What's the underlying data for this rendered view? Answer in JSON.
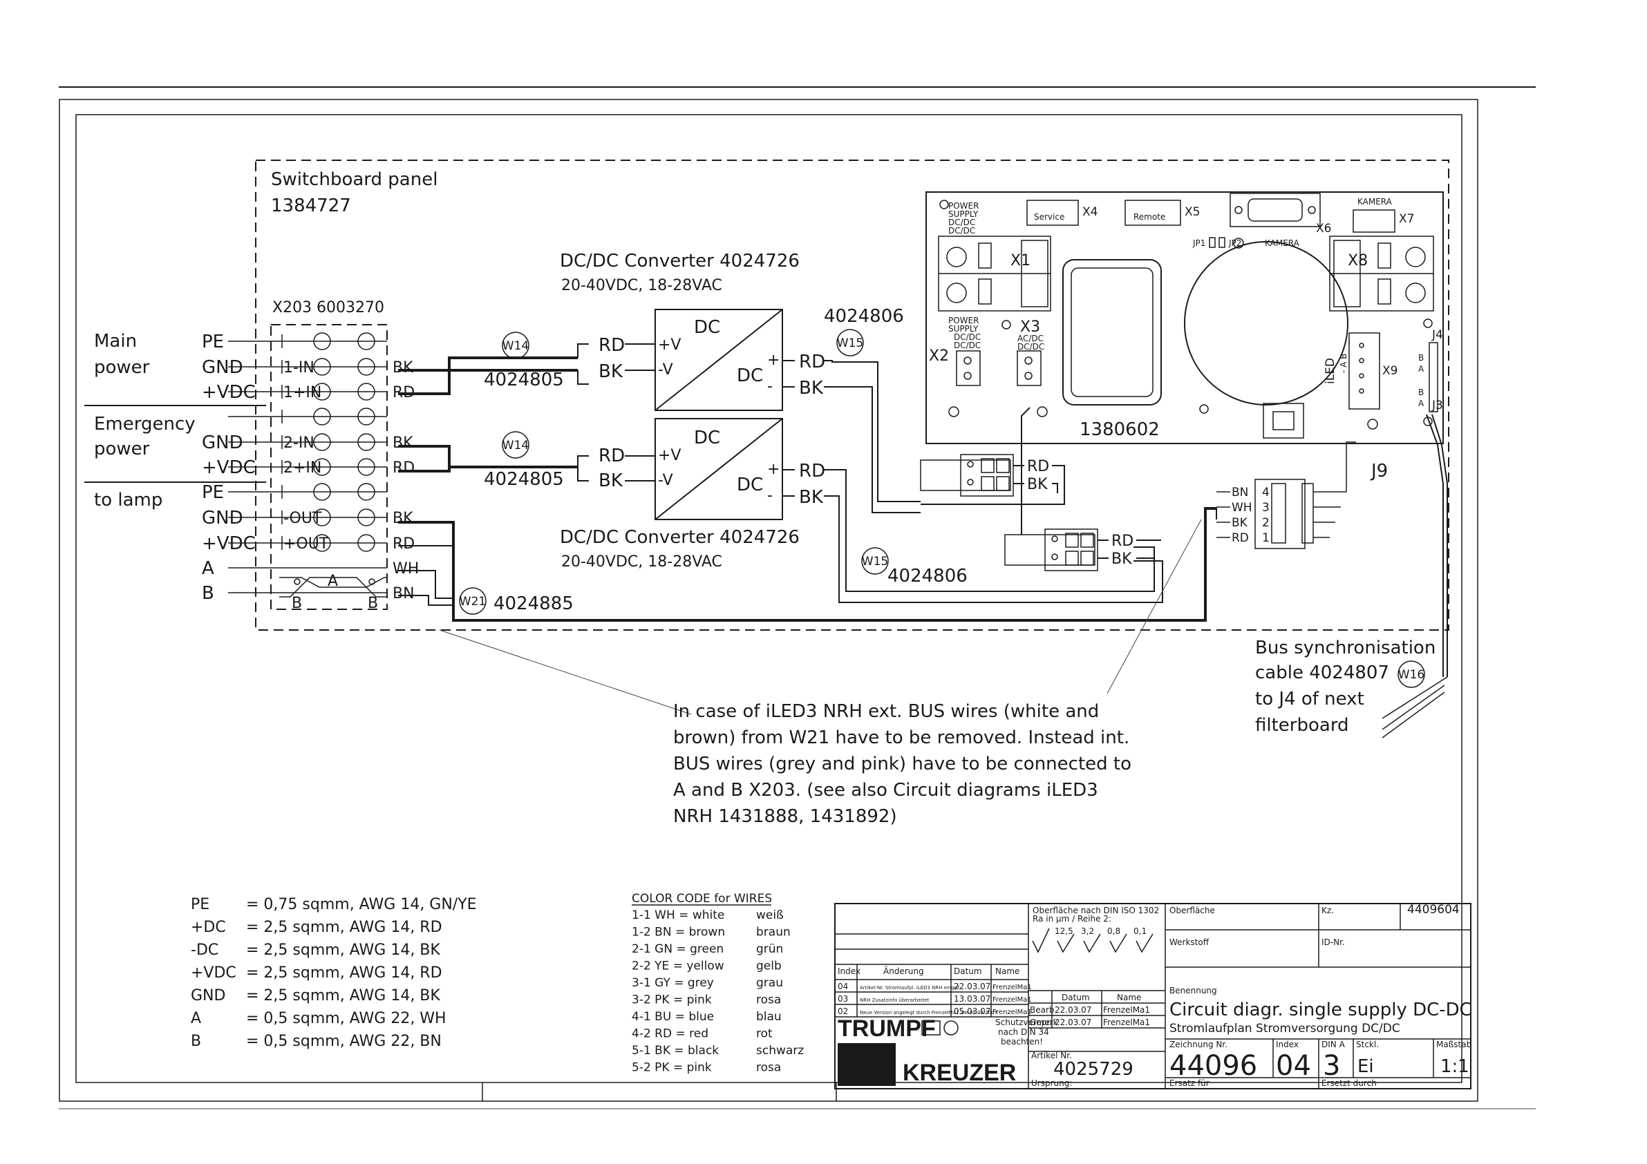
{
  "panel": {
    "title": "Switchboard panel",
    "number": "1384727"
  },
  "terminal_block": {
    "label": "X203  6003270"
  },
  "side_labels": {
    "main_power": [
      "Main",
      "power"
    ],
    "emergency_power": [
      "Emergency",
      "power"
    ],
    "to_lamp": "to lamp"
  },
  "terminal_rows": [
    {
      "left": "PE",
      "inner": "",
      "right": ""
    },
    {
      "left": "GND",
      "inner": "1-IN",
      "right": "BK"
    },
    {
      "left": "+VDC",
      "inner": "1+IN",
      "right": "RD"
    },
    {
      "left": "",
      "inner": "",
      "right": ""
    },
    {
      "left": "GND",
      "inner": "2-IN",
      "right": "BK"
    },
    {
      "left": "+VDC",
      "inner": "2+IN",
      "right": "RD"
    },
    {
      "left": "PE",
      "inner": "",
      "right": ""
    },
    {
      "left": "GND",
      "inner": "-OUT",
      "right": "BK"
    },
    {
      "left": "+VDC",
      "inner": "+OUT",
      "right": "RD"
    },
    {
      "left": "A",
      "inner": "",
      "right": "WH"
    },
    {
      "left": "B",
      "inner": "",
      "right": "BN"
    }
  ],
  "switch_labels": {
    "a": "A",
    "b1": "B",
    "b2": "B"
  },
  "converters": [
    {
      "title": "DC/DC Converter 4024726",
      "spec": "20-40VDC, 18-28VAC",
      "dc_in": "DC",
      "dc_out": "DC",
      "plus_v": "+V",
      "minus_v": "-V",
      "in_rd": "RD",
      "in_bk": "BK",
      "out_rd": "RD",
      "out_bk": "BK",
      "plus": "+",
      "minus": "-"
    },
    {
      "title": "DC/DC Converter 4024726",
      "spec": "20-40VDC, 18-28VAC",
      "dc_in": "DC",
      "dc_out": "DC",
      "plus_v": "+V",
      "minus_v": "-V",
      "in_rd": "RD",
      "in_bk": "BK",
      "out_rd": "RD",
      "out_bk": "BK",
      "plus": "+",
      "minus": "-"
    }
  ],
  "cables": {
    "w14a": {
      "tag": "W14",
      "part": "4024805"
    },
    "w14b": {
      "tag": "W14",
      "part": "4024805"
    },
    "w15a": {
      "tag": "W15",
      "part": "4024806"
    },
    "w15b": {
      "tag": "W15",
      "part": "4024806"
    },
    "w21": {
      "tag": "W21",
      "part": "4024885"
    },
    "w16": {
      "tag": "W16"
    }
  },
  "board": {
    "part": "1380602",
    "power_supply_dc": [
      "POWER",
      "SUPPLY",
      "DC/DC",
      "DC/DC"
    ],
    "power_supply_dc2": [
      "POWER",
      "SUPPLY",
      "DC/DC",
      "DC/DC"
    ],
    "ac_dc": [
      "AC/DC",
      "DC/DC"
    ],
    "x1": "X1",
    "x2": "X2",
    "x3": "X3",
    "x4": "X4",
    "x5": "X5",
    "x6": "X6",
    "x7": "X7",
    "x8": "X8",
    "x9": "X9",
    "j3": "J3",
    "j4": "J4",
    "service": "Service",
    "remote": "Remote",
    "kamera_top": "KAMERA",
    "kamera": "KAMERA",
    "iled": "iLED",
    "x9_pins": "- A B",
    "j4_pins": [
      "B",
      "A",
      "B",
      "A"
    ],
    "jp1": "JP1",
    "jp2": "JP2"
  },
  "connectors": {
    "c1_rd": "RD",
    "c1_bk": "BK",
    "c2_rd": "RD",
    "c2_bk": "BK"
  },
  "j9": {
    "label": "J9",
    "rows": [
      {
        "wire": "BN",
        "pin": "4"
      },
      {
        "wire": "WH",
        "pin": "3"
      },
      {
        "wire": "BK",
        "pin": "2"
      },
      {
        "wire": "RD",
        "pin": "1"
      }
    ]
  },
  "bus_sync": [
    "Bus synchronisation",
    "cable 4024807",
    "to J4 of next",
    "filterboard"
  ],
  "note": [
    "In case of iLED3 NRH ext. BUS wires (white and",
    "brown) from W21 have to be removed. Instead int.",
    "BUS wires (grey and pink) have to be connected to",
    "A and B X203. (see also Circuit diagrams iLED3",
    "NRH 1431888, 1431892)"
  ],
  "wire_specs": [
    {
      "name": "PE",
      "spec": "= 0,75 sqmm, AWG 14, GN/YE"
    },
    {
      "name": "+DC",
      "spec": "= 2,5   sqmm, AWG 14, RD"
    },
    {
      "name": "-DC",
      "spec": "= 2,5   sqmm, AWG 14, BK"
    },
    {
      "name": "+VDC",
      "spec": "= 2,5   sqmm, AWG 14, RD"
    },
    {
      "name": "GND",
      "spec": "= 2,5   sqmm, AWG 14, BK"
    },
    {
      "name": "A",
      "spec": "= 0,5   sqmm, AWG 22, WH"
    },
    {
      "name": "B",
      "spec": "= 0,5   sqmm, AWG 22, BN"
    }
  ],
  "color_code": {
    "title": "COLOR CODE for WIRES",
    "rows": [
      {
        "code": "1-1  WH = white",
        "de": "weiß"
      },
      {
        "code": "1-2  BN = brown",
        "de": "braun"
      },
      {
        "code": "2-1  GN = green",
        "de": "grün"
      },
      {
        "code": "2-2  YE = yellow",
        "de": "gelb"
      },
      {
        "code": "3-1  GY = grey",
        "de": "grau"
      },
      {
        "code": "3-2  PK = pink",
        "de": "rosa"
      },
      {
        "code": "4-1  BU = blue",
        "de": "blau"
      },
      {
        "code": "4-2  RD = red",
        "de": "rot"
      },
      {
        "code": "5-1  BK = black",
        "de": "schwarz"
      },
      {
        "code": "5-2  PK = pink",
        "de": "rosa"
      }
    ]
  },
  "title_block": {
    "surface_note": [
      "Oberfläche nach DIN ISO 1302",
      "Ra in µm  /  Reihe 2:"
    ],
    "roughness": [
      "12,5",
      "3,2",
      "0,8",
      "0,1"
    ],
    "oberflaeche": "Oberfläche",
    "werkstoff": "Werkstoff",
    "kz": "Kz.",
    "kz_value": "4409604",
    "id_nr": "ID-Nr.",
    "benennung": "Benennung",
    "title1": "Circuit diagr. single supply DC-DC",
    "title2": "Stromlaufplan Stromversorgung DC/DC",
    "rev_headers": {
      "index": "Index",
      "change": "Änderung",
      "date": "Datum",
      "name": "Name"
    },
    "revisions": [
      {
        "index": "04",
        "change": "Artikel-Nr. Stromlaufpl. iLED3 NRH eingef.",
        "date": "22.03.07",
        "name": "FrenzelMa1"
      },
      {
        "index": "03",
        "change": "NRH Zusatzinfo überarbeitet",
        "date": "13.03.07",
        "name": "FrenzelMa1"
      },
      {
        "index": "02",
        "change": "Neue Version angelegt durch FrenzelMa1 am 05.03.2007",
        "date": "05.03.07",
        "name": "FrenzelMa1"
      }
    ],
    "datum": "Datum",
    "name": "Name",
    "bearb": {
      "label": "Bearb.",
      "date": "22.03.07",
      "name": "FrenzelMa1"
    },
    "gepr": {
      "label": "Gepr.",
      "date": "22.03.07",
      "name": "FrenzelMa1"
    },
    "schutz": [
      "Schutzvermerk",
      "nach DIN 34",
      "beachten!"
    ],
    "zeichnung_label": "Zeichnung Nr.",
    "zeichnung_nr": "44096",
    "index_label": "Index",
    "index_value": "04",
    "din_label": "DIN A",
    "din_value": "3",
    "stckl_label": "Stckl.",
    "stckl_value": "Ei",
    "massstab_label": "Maßstab",
    "massstab_value": "1:1",
    "artikel_label": "Artikel Nr.",
    "artikel_nr": "4025729",
    "ursprung": "Ursprung:",
    "ersatz_fuer": "Ersatz für",
    "ersetzt_durch": "Ersetzt durch",
    "brand1": "TRUMPF",
    "brand2": "KREUZER"
  }
}
